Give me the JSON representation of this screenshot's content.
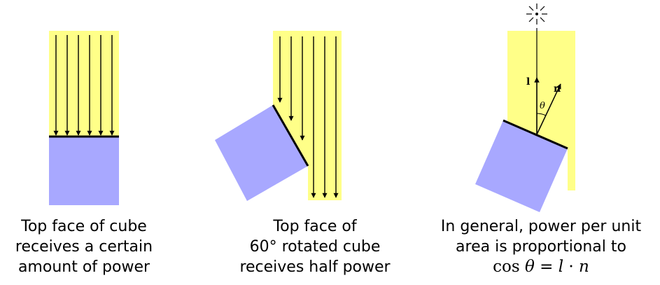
{
  "colors": {
    "light": "#ffff88",
    "cube": "#a8a8ff",
    "line": "#000000"
  },
  "panels": [
    {
      "caption": [
        "Top face of cube",
        "receives a certain",
        "amount of power"
      ]
    },
    {
      "caption": [
        "Top face of",
        "60° rotated cube",
        "receives half power"
      ]
    },
    {
      "caption": [
        "In general, power per unit",
        "area is proportional to"
      ],
      "formula": {
        "lhs_fn": "cos",
        "lhs_var": "θ",
        "eq": "=",
        "l": "l",
        "dot": "·",
        "n": "n"
      },
      "labels": {
        "light_vector": "l",
        "normal_vector": "n",
        "angle": "θ"
      },
      "icons": [
        "sun-icon"
      ]
    }
  ]
}
